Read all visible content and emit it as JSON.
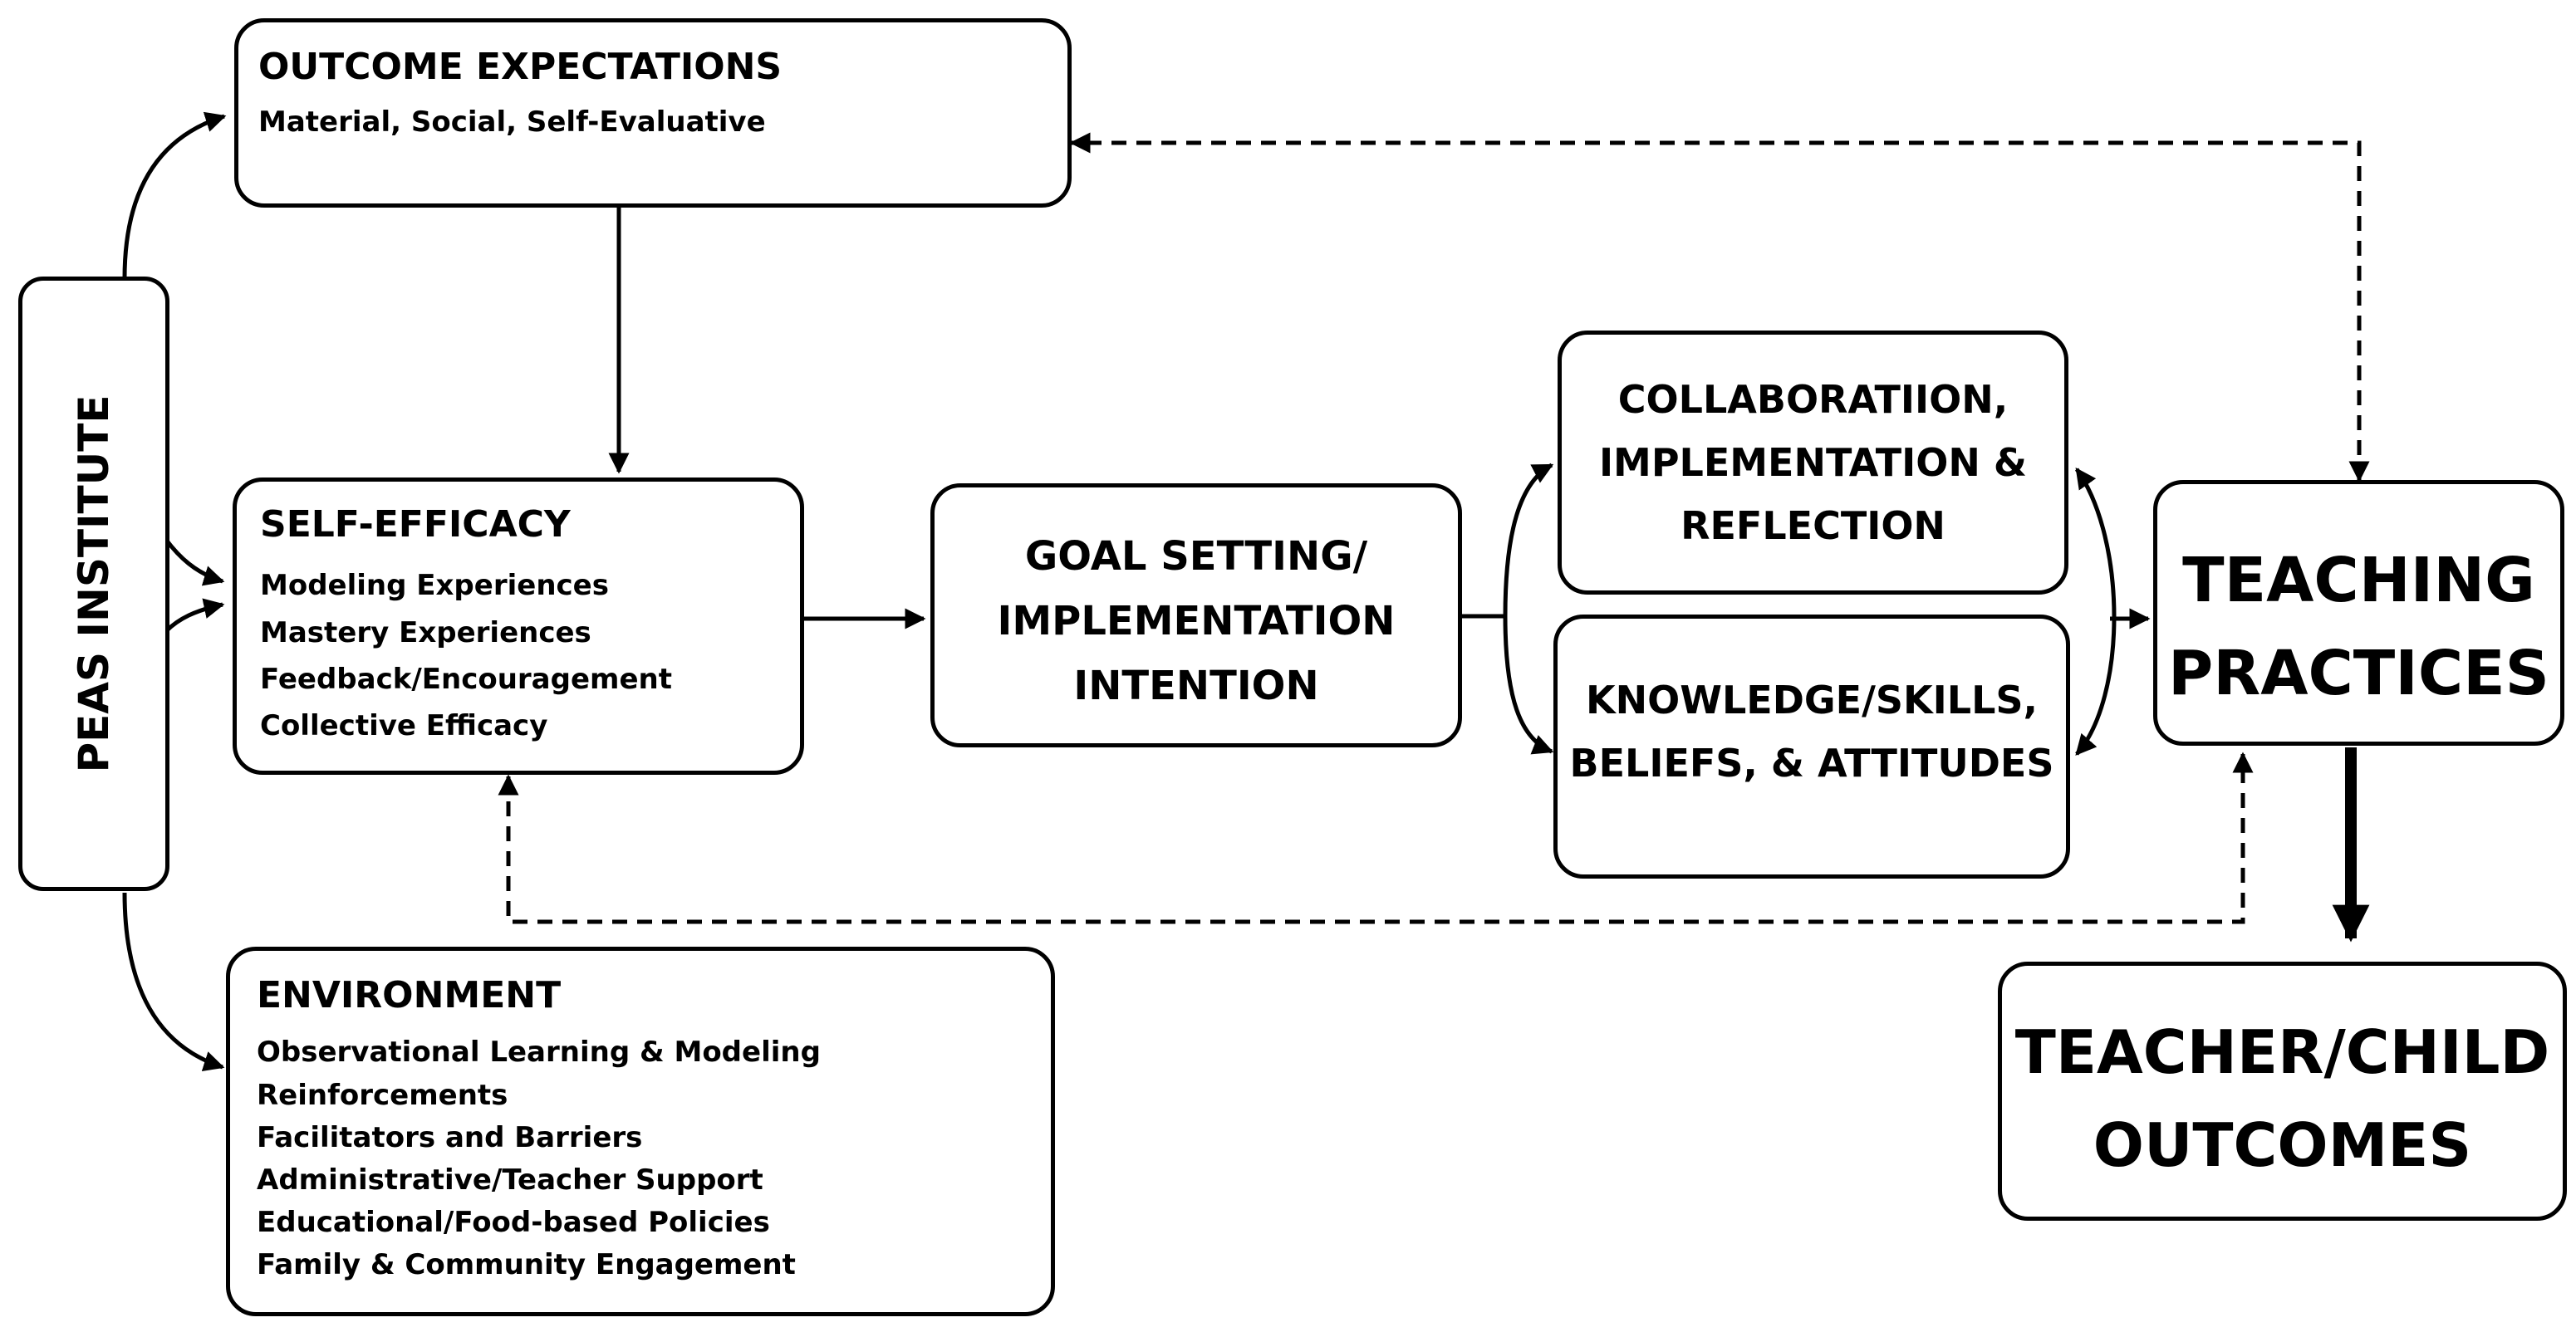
{
  "peas": {
    "label": "PEAS INSTITUTE"
  },
  "outcome_expectations": {
    "title": "OUTCOME EXPECTATIONS",
    "subtitle": "Material, Social, Self-Evaluative"
  },
  "self_efficacy": {
    "title": "SELF-EFFICACY",
    "items": [
      "Modeling Experiences",
      "Mastery Experiences",
      "Feedback/Encouragement",
      "Collective Efficacy"
    ]
  },
  "environment": {
    "title": "ENVIRONMENT",
    "items": [
      "Observational Learning & Modeling",
      "Reinforcements",
      "Facilitators and Barriers",
      "Administrative/Teacher Support",
      "Educational/Food-based Policies",
      "Family & Community Engagement"
    ]
  },
  "goal_setting": {
    "lines": [
      "GOAL SETTING/",
      "IMPLEMENTATION",
      "INTENTION"
    ]
  },
  "collaboration": {
    "lines": [
      "COLLABORATIION,",
      "IMPLEMENTATION &",
      "REFLECTION"
    ]
  },
  "knowledge": {
    "lines": [
      "KNOWLEDGE/SKILLS,",
      "BELIEFS, & ATTITUDES"
    ]
  },
  "teaching_practices": {
    "lines": [
      "TEACHING",
      "PRACTICES"
    ]
  },
  "outcomes": {
    "lines": [
      "TEACHER/CHILD",
      "OUTCOMES"
    ]
  }
}
